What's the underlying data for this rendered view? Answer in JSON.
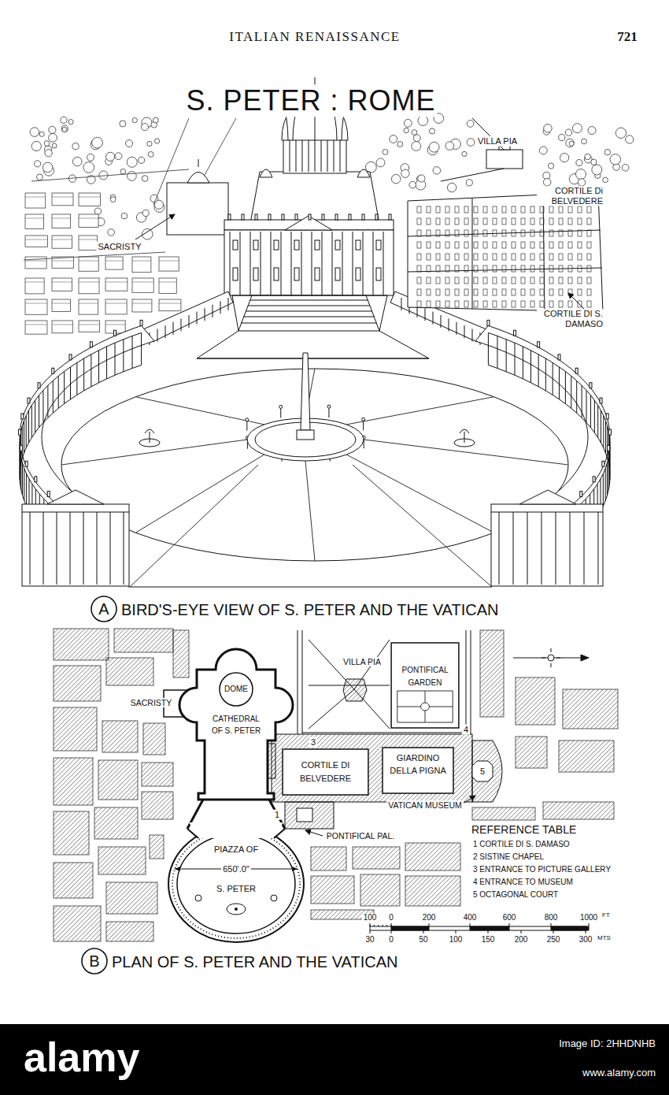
{
  "diagram": {
    "title": "S. PETER : ROME",
    "nodes": [
      {
        "text": [
          "PONTIFICAL GARDEN"
        ]
      },
      {
        "text": [
          "CATHEDRAL OF S. PETER"
        ]
      },
      {
        "text": [
          "DOME"
        ],
        "in": 1
      },
      {
        "text": [
          "CORTILE DI BELVEDERE"
        ]
      },
      {
        "text": [
          "GIARDINO DELLA PIGNA"
        ]
      },
      {
        "text": [
          "PIAZZA OF",
          "650'.0\"",
          "S. PETER"
        ]
      }
    ],
    "labels": [
      "ITALIAN RENAISSANCE",
      "721",
      "VILLA PIA",
      "CORTILE Di BELVEDERE",
      "SACRISTY",
      "CORTILE DI S. DAMASO",
      "A",
      "BIRD'S-EYE VIEW OF S. PETER AND THE VATICAN",
      "VILLA PIA",
      "SACRISTY",
      "1",
      "2",
      "3",
      "4",
      "5",
      "VATICAN MUSEUM",
      "PONTIFICAL PAL.",
      "REFERENCE TABLE",
      "1 CORTILE DI S. DAMASO",
      "2 SISTINE CHAPEL",
      "3 ENTRANCE TO PICTURE GALLERY",
      "4 ENTRANCE TO MUSEUM",
      "5 OCTAGONAL COURT",
      "100",
      "0",
      "200",
      "400",
      "600",
      "800",
      "1000",
      "FT",
      "30",
      "0",
      "50",
      "100",
      "150",
      "200",
      "250",
      "300",
      "MTS",
      "B",
      "PLAN OF S. PETER AND THE VATICAN",
      "alamy",
      "Image ID: 2HHDNHB",
      "www.alamy.com"
    ]
  }
}
